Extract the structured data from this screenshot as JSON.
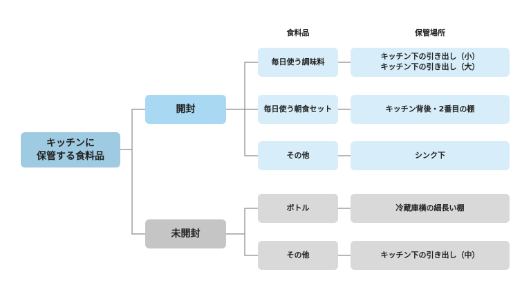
{
  "headers": {
    "food": "食料品",
    "place": "保管場所"
  },
  "root": {
    "line1": "キッチンに",
    "line2": "保管する食料品"
  },
  "categories": {
    "opened": "開封",
    "unopened": "未開封"
  },
  "items": [
    {
      "food": "毎日使う調味料",
      "place_line1": "キッチン下の引き出し（小）",
      "place_line2": "キッチン下の引き出し（大）"
    },
    {
      "food": "毎日使う朝食セット",
      "place_line1": "キッチン背後・2番目の棚"
    },
    {
      "food": "その他",
      "place_line1": "シンク下"
    },
    {
      "food": "ボトル",
      "place_line1": "冷蔵庫横の細長い棚"
    },
    {
      "food": "その他",
      "place_line1": "キッチン下の引き出し（中）"
    }
  ],
  "colors": {
    "root": "#9fcbe2",
    "opened": "#a9d8f2",
    "opened_leaf": "#d7edf9",
    "unopened": "#c5c5c5",
    "unopened_leaf": "#d9d9d9",
    "connector": "#8a8a8a"
  }
}
